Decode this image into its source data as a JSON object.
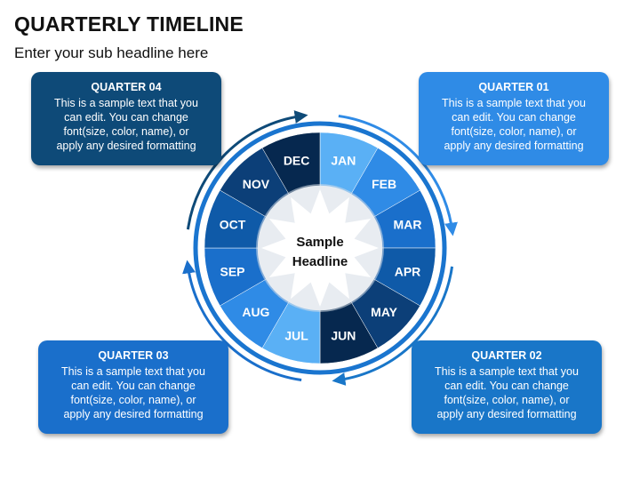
{
  "header": {
    "title": "QUARTERLY TIMELINE",
    "subtitle": "Enter your sub headline here"
  },
  "center": {
    "line1": "Sample",
    "line2": "Headline"
  },
  "months": [
    {
      "label": "JAN",
      "color": "#5ab0f5"
    },
    {
      "label": "FEB",
      "color": "#2f8be6"
    },
    {
      "label": "MAR",
      "color": "#1a6fcb"
    },
    {
      "label": "APR",
      "color": "#0f5aa8"
    },
    {
      "label": "MAY",
      "color": "#0c3f78"
    },
    {
      "label": "JUN",
      "color": "#06284f"
    },
    {
      "label": "JUL",
      "color": "#5ab0f5"
    },
    {
      "label": "AUG",
      "color": "#2f8be6"
    },
    {
      "label": "SEP",
      "color": "#1a6fcb"
    },
    {
      "label": "OCT",
      "color": "#0f5aa8"
    },
    {
      "label": "NOV",
      "color": "#0c3f78"
    },
    {
      "label": "DEC",
      "color": "#06284f"
    }
  ],
  "quarters": {
    "q1": {
      "title": "QUARTER 01",
      "line1": "This is a sample text that you",
      "line2": "can edit. You can change",
      "line3": "font(size, color, name), or",
      "line4": "apply any desired formatting"
    },
    "q2": {
      "title": "QUARTER 02",
      "line1": "This is a sample text that you",
      "line2": "can edit. You can change",
      "line3": "font(size, color, name), or",
      "line4": "apply any desired formatting"
    },
    "q3": {
      "title": "QUARTER 03",
      "line1": "This is a sample text that you",
      "line2": "can edit. You can change",
      "line3": "font(size, color, name), or",
      "line4": "apply any desired formatting"
    },
    "q4": {
      "title": "QUARTER 04",
      "line1": "This is a sample text that you",
      "line2": "can edit. You can change",
      "line3": "font(size, color, name), or",
      "line4": "apply any desired formatting"
    }
  },
  "colors": {
    "ring": "#1a75cf",
    "arc_q1": "#2f8be6",
    "arc_q2": "#1976c8",
    "arc_q3": "#1a6fcb",
    "arc_q4": "#0e4a78",
    "star": "#ffffff",
    "hub": "#d6dde5"
  }
}
